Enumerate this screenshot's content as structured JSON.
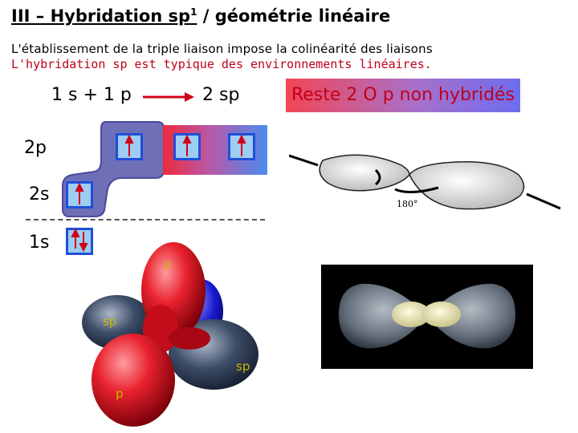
{
  "title": {
    "prefix": "III – Hybridation sp",
    "superscript": "1",
    "suffix": " / géométrie linéaire"
  },
  "line1": "L'établissement de la triple liaison impose la colinéarité des liaisons",
  "line2": "L'hybridation sp est typique des environnements linéaires.",
  "equation": {
    "left": "1 s + 1 p",
    "right": "2 sp"
  },
  "remaining": "Reste 2 O p non hybridés",
  "levels": {
    "p2": "2p",
    "s2": "2s",
    "s1": "1s"
  },
  "orbital_labels": {
    "p_top": "p",
    "sp_left": "sp",
    "sp_right": "sp",
    "p_bottom": "p"
  },
  "angle_label": "180°",
  "colors": {
    "arrow": "#d0001a",
    "box_fill": "#9ecdf2",
    "box_border": "#1f4fd8",
    "blob": "#6f6fb8",
    "red_text": "#c0001a"
  }
}
